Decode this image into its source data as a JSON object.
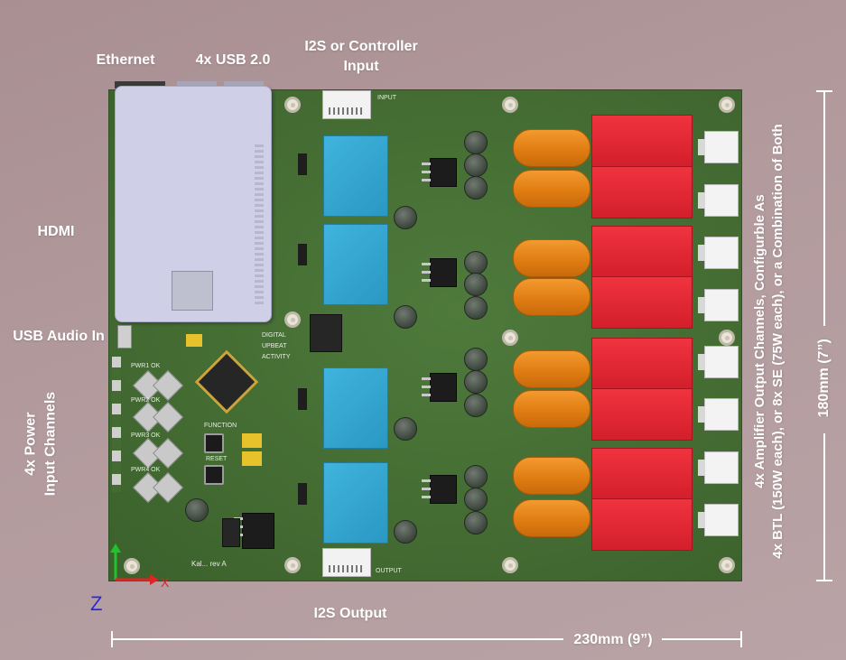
{
  "labels": {
    "ethernet": "Ethernet",
    "usb": "4x USB 2.0",
    "i2s_input_line1": "I2S or Controller",
    "i2s_input_line2": "Input",
    "hdmi": "HDMI",
    "usb_audio": "USB Audio In",
    "power_input_line1": "4x Power",
    "power_input_line2": "Input Channels",
    "i2s_output": "I2S Output",
    "width_dim": "230mm (9”)",
    "height_dim": "180mm (7”)",
    "amp_line1": "4x Amplifier Output Channels, Configurble As",
    "amp_line2": "4x BTL (150W each), or 8x SE (75W each), or a Combination of Both"
  },
  "silkscreen": {
    "input": "INPUT",
    "output": "OUTPUT",
    "pwr1": "PWR1 OK",
    "pwr2": "PWR2 OK",
    "pwr3": "PWR3 OK",
    "pwr4": "PWR4 OK",
    "digital": "DIGITAL",
    "upbeat": "UPBEAT",
    "activity": "ACTIVITY",
    "function": "FUNCTION",
    "reset": "RESET",
    "product": "Kal... rev A"
  },
  "axes": {
    "z": "Z",
    "x_color": "#e02424",
    "y_color": "#22c22c",
    "z_color": "#2b2bd6"
  },
  "colors": {
    "pcb": "#436b32",
    "relay": "#e12836",
    "inductor": "#e9861c",
    "transformer": "#35a8d2",
    "raspberry_pi": "#cfcfe8"
  }
}
